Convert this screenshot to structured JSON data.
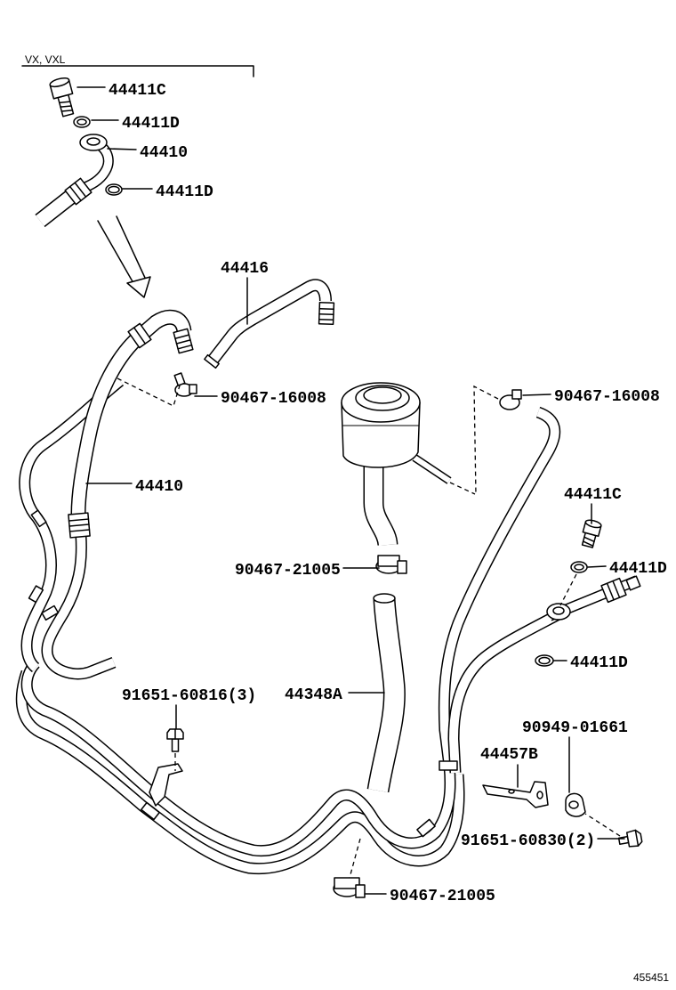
{
  "header": {
    "variant_label": "VX, VXL"
  },
  "callouts": [
    "44411C",
    "44411D",
    "44410",
    "44411D",
    "44416",
    "90467-16008",
    "90467-16008",
    "44410",
    "44411C",
    "90467-21005",
    "44411D",
    "44411D",
    "44348A",
    "91651-60816(3)",
    "90949-01661",
    "44457B",
    "91651-60830(2)",
    "90467-21005"
  ],
  "footer": {
    "diagram_id": "455451"
  }
}
